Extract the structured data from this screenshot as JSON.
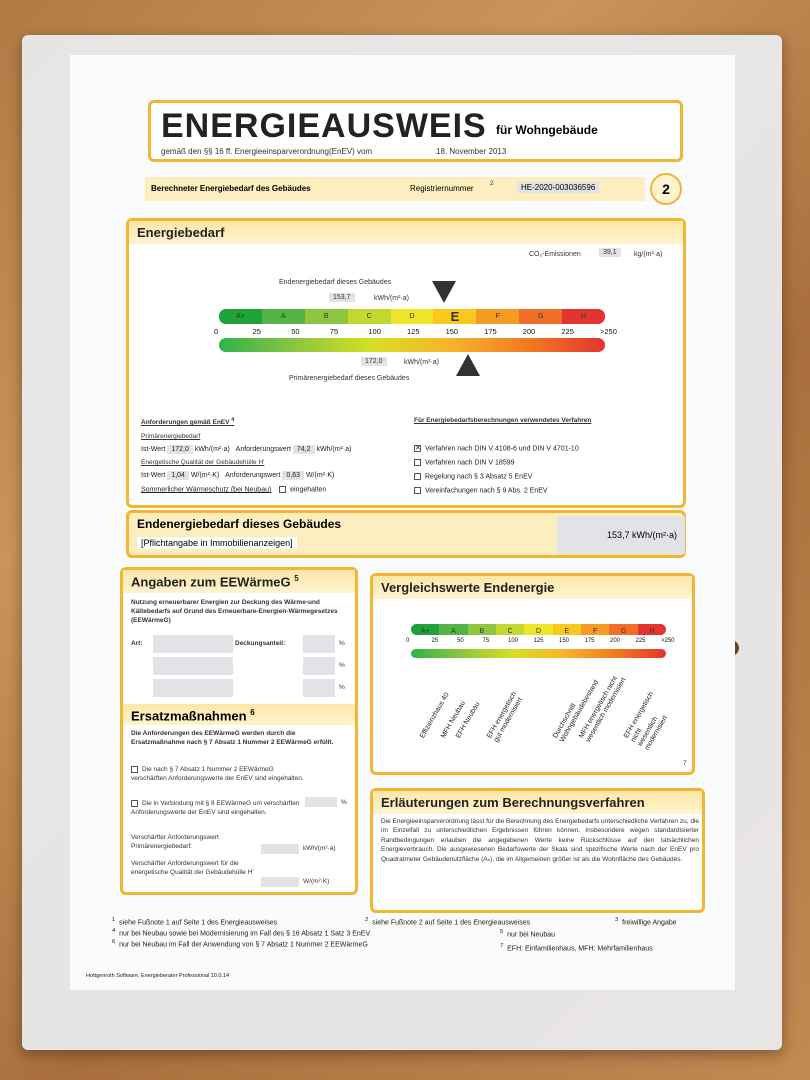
{
  "header": {
    "title": "ENERGIEAUSWEIS",
    "title_suffix": "für Wohngebäude",
    "subtitle": "gemäß den §§ 16 ff. Energieeinsparverordnung(EnEV) vom",
    "date": "18. November 2013"
  },
  "reg_bar": {
    "label": "Berechneter Energiebedarf des Gebäudes",
    "reg_label": "Registriernummer",
    "reg_sup": "2",
    "reg_value": "HE-2020-003036596",
    "page_no": "2"
  },
  "energiebedarf": {
    "heading": "Energiebedarf",
    "co2_label": "CO₂-Emissionen",
    "co2_sup": "3",
    "co2_value": "39,1",
    "co2_unit": "kg/(m²·a)",
    "end_label": "Endenergiebedarf dieses Gebäudes",
    "end_value": "153,7",
    "end_unit": "kWh/(m²·a)",
    "primary_value": "172,0",
    "primary_unit": "kWh/(m²·a)",
    "primary_label": "Primärenergiebedarf dieses Gebäudes",
    "classes": [
      "A+",
      "A",
      "B",
      "C",
      "D",
      "E",
      "F",
      "G",
      "H"
    ],
    "highlight_class": "E",
    "ticks": [
      "0",
      "25",
      "50",
      "75",
      "100",
      "125",
      "150",
      "175",
      "200",
      "225",
      ">250"
    ],
    "end_marker_value": 153.7,
    "primary_marker_value": 172.0
  },
  "anforderungen": {
    "heading": "Anforderungen gemäß EnEV",
    "heading_sup": "4",
    "primar_label": "Primärenergiebedarf",
    "ist_label": "Ist-Wert",
    "ist_value": "172,0",
    "ist_unit": "kWh/(m²·a)",
    "anf_label": "Anforderungswert",
    "anf_value": "74,2",
    "anf_unit": "kWh/(m²·a)",
    "quality_label": "Energetische Qualität der Gebäudehülle H'",
    "ist2_label": "Ist-Wert",
    "ist2_value": "1,04",
    "ist2_unit": "W/(m²·K)",
    "anf2_label": "Anforderungswert",
    "anf2_value": "0,63",
    "anf2_unit": "W/(m²·K)",
    "sommer_label": "Sommerlicher Wärmeschutz (bei Neubau)",
    "eingehalten": "eingehalten"
  },
  "verfahren": {
    "heading": "Für Energiebedarfsberechnungen verwendetes Verfahren",
    "items": [
      {
        "label": "Verfahren nach DIN V 4108-6 und DIN V 4701-10",
        "checked": true
      },
      {
        "label": "Verfahren nach DIN V 18599",
        "checked": false
      },
      {
        "label": "Regelung nach § 3 Absatz 5 EnEV",
        "checked": false
      },
      {
        "label": "Vereinfachungen nach § 9 Abs. 2 EnEV",
        "checked": false
      }
    ]
  },
  "endenergie_box": {
    "title": "Endenergiebedarf dieses Gebäudes",
    "subtitle": "[Pflichtangabe in Immobilienanzeigen]",
    "value": "153,7 kWh/(m²·a)"
  },
  "eewaerme": {
    "heading": "Angaben zum EEWärmeG",
    "heading_sup": "5",
    "intro": "Nutzung erneuerbarer Energien zur Deckung des Wärme-und Kältebedarfs auf Grund des Erneuerbare-Energien-Wärmegesetzes (EEWärmeG)",
    "art_label": "Art:",
    "deckung_label": "Deckungsanteil:",
    "percent": "%"
  },
  "ersatz": {
    "heading": "Ersatzmaßnahmen",
    "heading_sup": "6",
    "intro": "Die Anforderungen des EEWärmeG werden durch die Ersatzmaßnahme nach § 7 Absatz 1 Nummer 2 EEWärmeG erfüllt.",
    "option1": "Die nach § 7 Absatz 1 Nummer 2 EEWärmeG verschärften Anforderungswerte der EnEV sind eingehalten.",
    "option2": "Die in Verbindung mit § 8 EEWärmeG um verschärften Anforderungswerte der EnEV sind eingehalten.",
    "percent": "%",
    "v1": "Verschärfter Anforderungswert Primärenergiebedarf:",
    "v1_unit": "kWh/(m²·a)",
    "v2": "Verschärfter Anforderungswert für die energetische Qualität der Gebäudehülle H'",
    "v2_unit": "W/(m²·K)"
  },
  "vergleich": {
    "heading": "Vergleichswerte Endenergie",
    "footnote": "7",
    "labels": [
      "Effizienzhaus 40",
      "MFH Neubau",
      "EFH Neubau",
      "EFH energetisch\ngut modernisiert",
      "Durchschnitt\nWohngebäudebestand",
      "MFH energetisch nicht\nwesentlich modernisiert",
      "EFH energetisch nicht\nwesentlich modernisiert"
    ],
    "label_values": [
      20,
      40,
      55,
      85,
      150,
      175,
      220
    ]
  },
  "erlaeuterungen": {
    "heading": "Erläuterungen zum Berechnungsverfahren",
    "text": "Die Energieeinsparverordnung lässt für die Berechnung des Energiebedarfs unterschiedliche Verfahren zu, die im Einzelfall zu unterschiedlichen Ergebnissen führen können. Insbesondere wegen standardisierter Randbedingungen erlauben die angegebenen Werte keine Rückschlüsse auf den tatsächlichen Energieverbrauch. Die ausgewiesenen Bedarfswerte der Skala sind spezifische Werte nach der EnEV pro Quadratmeter Gebäudenutzfläche (Aₙ), die im Allgemeinen größer ist als die Wohnfläche des Gebäudes."
  },
  "footnotes": {
    "f1": "siehe Fußnote 1 auf Seite 1 des Energieausweises",
    "f2": "siehe Fußnote 2 auf Seite 1 des Energieausweises",
    "f3": "freiwillige Angabe",
    "f4": "nur bei Neubau sowie bei Modernisierung im Fall des § 16 Absatz 1 Satz 3 EnEV",
    "f5": "nur bei Neubau",
    "f6": "nur bei Neubau im Fall der Anwendung von § 7 Absatz 1 Nummer 2 EEWärmeG",
    "f7": "EFH: Einfamilienhaus, MFH: Mehrfamilienhaus"
  },
  "software": "Hottgenroth Software, Energieberater Professional 10.0.14",
  "colors": {
    "frame": "#f2b632",
    "classes": [
      "#1fa23a",
      "#55b447",
      "#8dc63f",
      "#c2d82e",
      "#eee52a",
      "#f8c81d",
      "#f59b23",
      "#ee6f25",
      "#e3342f"
    ]
  }
}
